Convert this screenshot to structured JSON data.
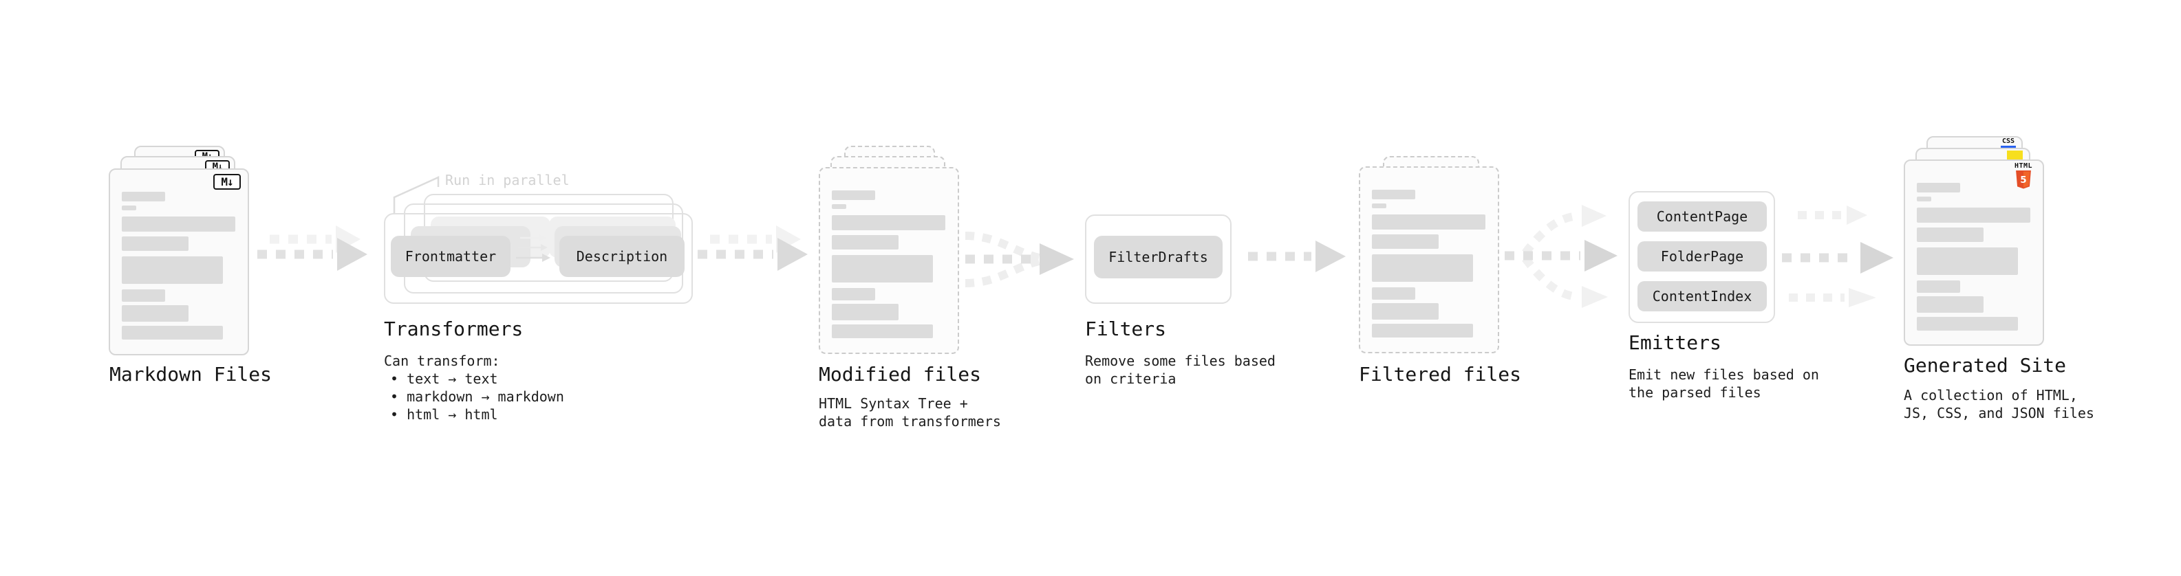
{
  "markdown": {
    "label": "Markdown Files",
    "badge": "M↓"
  },
  "transformers": {
    "annotation": "Run in parallel",
    "button_frontmatter": "Frontmatter",
    "button_description": "Description",
    "label": "Transformers",
    "subtitle": "Can transform:",
    "bullets": [
      "• text → text",
      "• markdown → markdown",
      "• html → html"
    ]
  },
  "modified": {
    "label": "Modified files",
    "sub1": "HTML Syntax Tree +",
    "sub2": "data from transformers"
  },
  "filters": {
    "button": "FilterDrafts",
    "label": "Filters",
    "sub1": "Remove some files based",
    "sub2": "on criteria"
  },
  "filtered": {
    "label": "Filtered files"
  },
  "emitters": {
    "buttons": [
      "ContentPage",
      "FolderPage",
      "ContentIndex"
    ],
    "label": "Emitters",
    "sub1": "Emit new files based on",
    "sub2": "the parsed files"
  },
  "generated": {
    "label": "Generated Site",
    "sub1": "A collection of HTML,",
    "sub2": "JS, CSS, and JSON files",
    "css_badge": "CSS",
    "html_badge": "HTML",
    "html_badge_number": "5"
  },
  "colors": {
    "css_blue": "#2962f1",
    "js_yellow": "#f7df1e",
    "html5_orange": "#e44d26",
    "html5_orange_light": "#f16529",
    "pill_gray": "#dcdcdc",
    "arrow_gray": "#e0e0e0",
    "arrow_light": "#f0f0f0",
    "text": "#1a1a1a",
    "annotation_gray": "#d2d2d2"
  }
}
